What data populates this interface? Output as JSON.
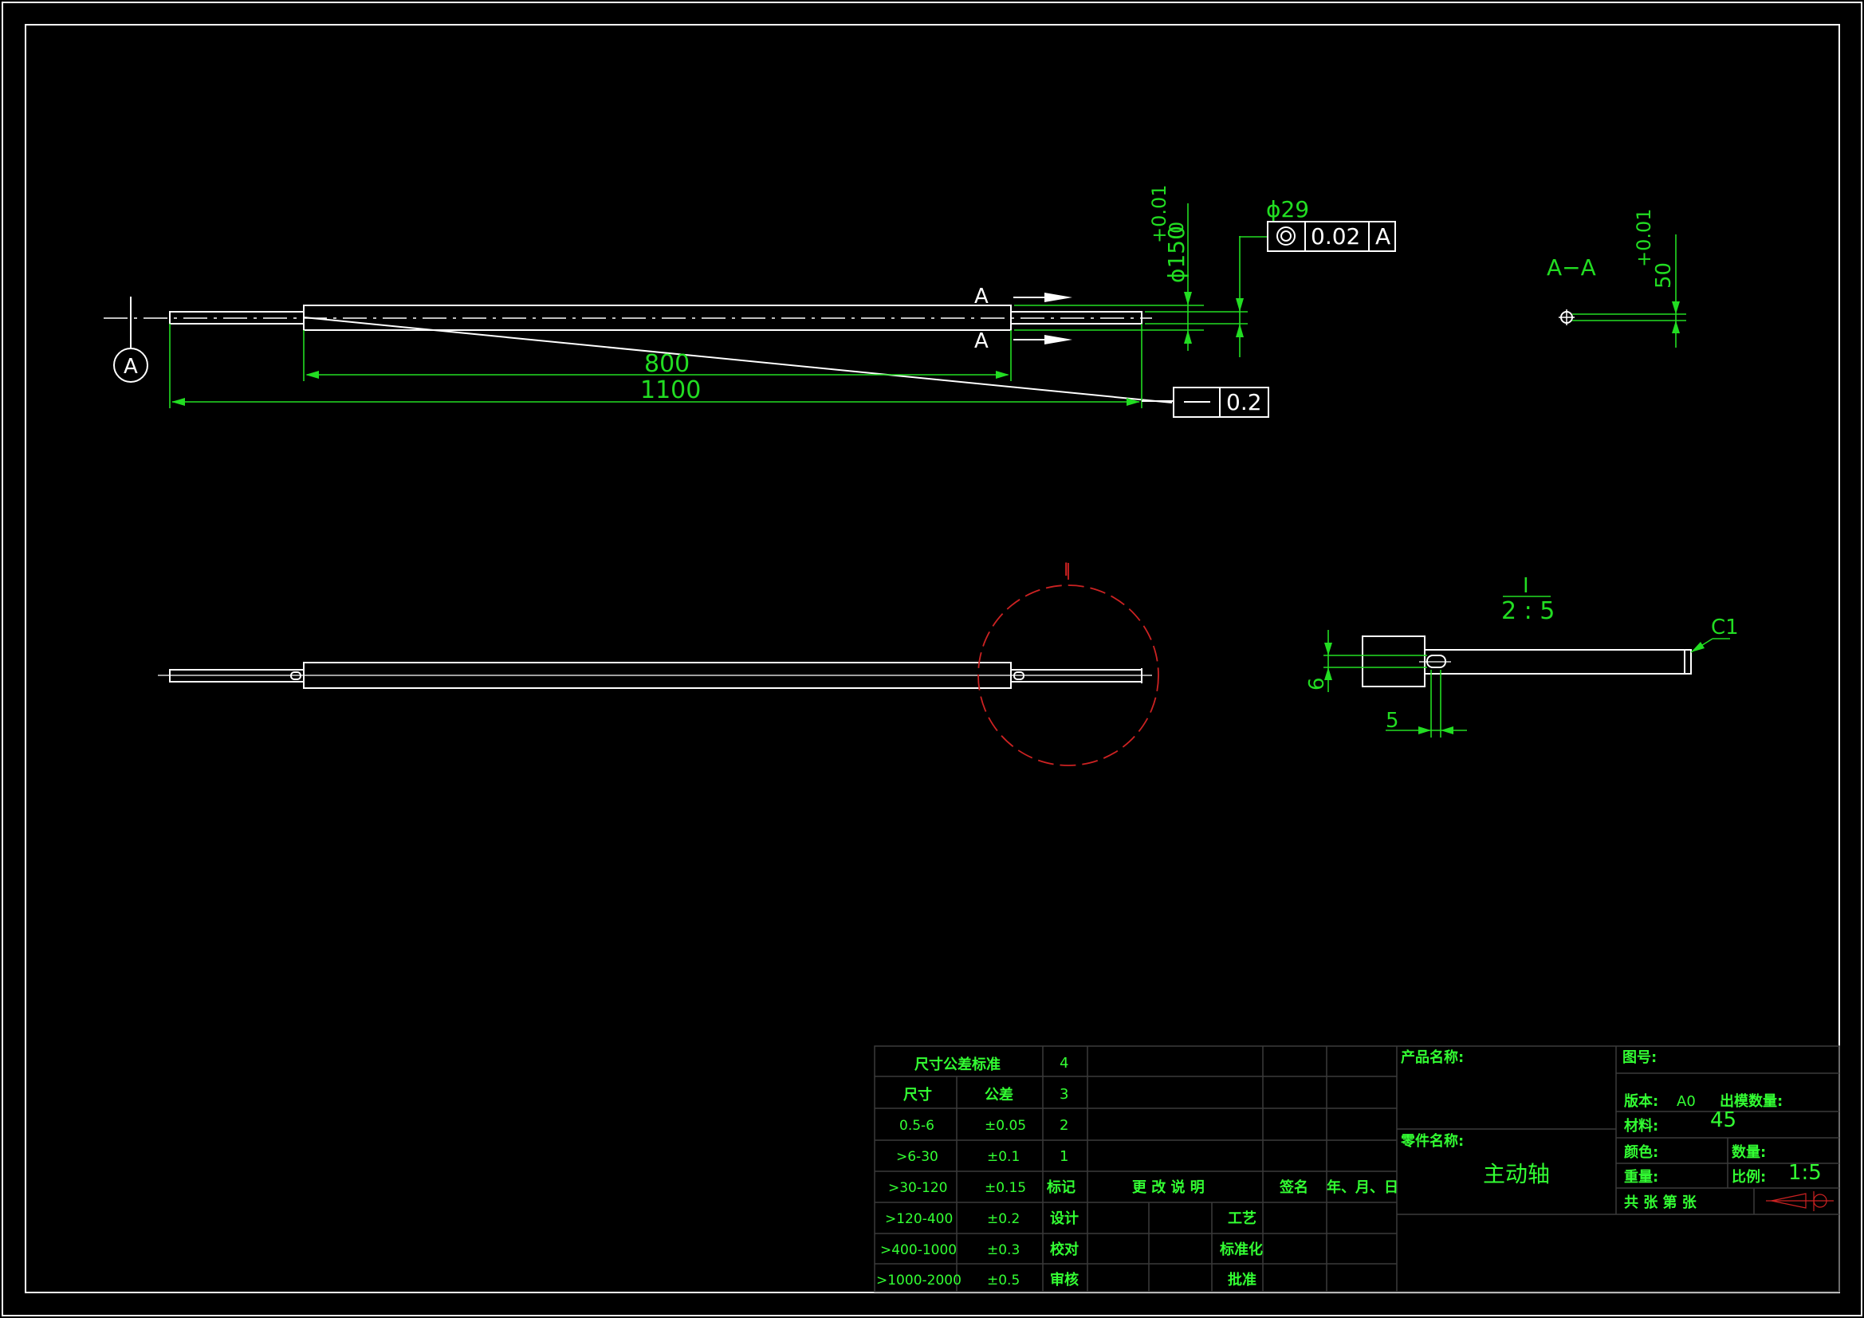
{
  "views": {
    "main": {
      "section_label_top": "A",
      "section_label_bottom": "A",
      "datum_label": "A",
      "dim_800": "800",
      "dim_1100": "1100",
      "dia_main": "ϕ150",
      "dia_main_tol": "+0.01",
      "dia_main_tol2": "0",
      "dia_end": "ϕ29",
      "concentricity_value": "0.02",
      "concentricity_datum": "A",
      "straightness_value": "0.2"
    },
    "section": {
      "title": "A−A",
      "dim": "50",
      "tol_upper": "+0.01",
      "tol_lower": "0"
    },
    "detail": {
      "label": "I",
      "scale": "2 : 5",
      "dim_6": "6",
      "dim_5": "5",
      "chamfer": "C1"
    },
    "circle_label": "I"
  },
  "tolerance_table": {
    "title": "尺寸公差标准",
    "headers": [
      "尺寸",
      "公差"
    ],
    "rows": [
      [
        "0.5-6",
        "±0.05"
      ],
      [
        ">6-30",
        "±0.1"
      ],
      [
        ">30-120",
        "±0.15"
      ],
      [
        ">120-400",
        "±0.2"
      ],
      [
        ">400-1000",
        "±0.3"
      ],
      [
        ">1000-2000",
        "±0.5"
      ]
    ]
  },
  "revision_block": {
    "numbers": [
      "4",
      "3",
      "2",
      "1"
    ],
    "mark": "标记",
    "change_desc": "更 改 说 明",
    "sign": "签名",
    "date": "年、月、日",
    "roles_left": [
      "设计",
      "校对",
      "审核"
    ],
    "roles_right": [
      "工艺",
      "标准化",
      "批准"
    ]
  },
  "title_block": {
    "product_name_label": "产品名称:",
    "part_name_label": "零件名称:",
    "part_name": "主动轴",
    "drawing_no_label": "图号:",
    "version_label": "版本:",
    "version": "A0",
    "mold_qty_label": "出模数量:",
    "material_label": "材料:",
    "material": "45",
    "color_label": "颜色:",
    "qty_label": "数量:",
    "weight_label": "重量:",
    "scale_label": "比例:",
    "scale": "1:5",
    "sheets_label": "共  张  第  张"
  }
}
